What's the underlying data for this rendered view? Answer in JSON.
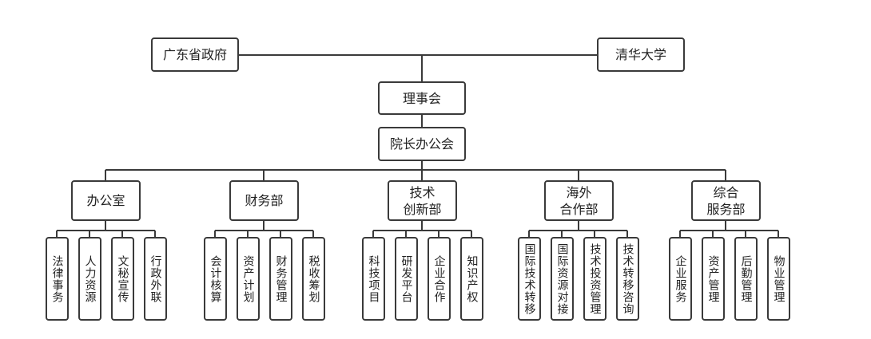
{
  "diagram": {
    "top": {
      "left": "广东省政府",
      "right": "清华大学"
    },
    "board": "理事会",
    "president_office": "院长办公会",
    "departments": [
      {
        "name": "办公室",
        "units": [
          "法律事务",
          "人力资源",
          "文秘宣传",
          "行政外联"
        ]
      },
      {
        "name": "财务部",
        "units": [
          "会计核算",
          "资产计划",
          "财务管理",
          "税收筹划"
        ]
      },
      {
        "name": "技术\n创新部",
        "units": [
          "科技项目",
          "研发平台",
          "企业合作",
          "知识产权"
        ]
      },
      {
        "name": "海外\n合作部",
        "units": [
          "国际技术转移",
          "国际资源对接",
          "技术投资管理",
          "技术转移咨询"
        ]
      },
      {
        "name": "综合\n服务部",
        "units": [
          "企业服务",
          "资产管理",
          "后勤管理",
          "物业管理"
        ]
      }
    ]
  }
}
